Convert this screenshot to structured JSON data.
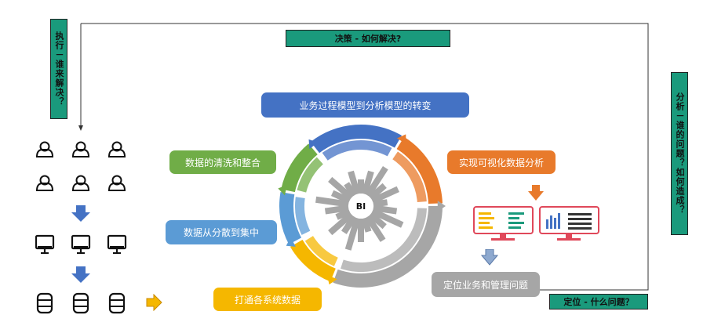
{
  "labels": {
    "exec": "执行－谁来解决？",
    "decide": "决策 - 如何解决?",
    "analyze": "分析－谁的问题？如何造成？",
    "locate": "定位 - 什么问题？",
    "business_to_analysis": "业务过程模型到分析模型的转变",
    "visualization": "实现可视化数据分析",
    "cleaning": "数据的清洗和整合",
    "scatter_to_central": "数据从分散到集中",
    "connect": "打通各系统数据",
    "position_problems": "定位业务和管理问题",
    "center": "BI"
  },
  "colors": {
    "teal": "#1a9a7c",
    "blue": "#4472c4",
    "orange": "#e87a2b",
    "green": "#70ad47",
    "lightblue": "#5b9bd5",
    "yellow": "#f5b700",
    "gray": "#a6a6a6",
    "red": "#e0485a"
  },
  "icons": {
    "people": [
      "user-icon",
      "user-icon",
      "user-icon",
      "user-icon",
      "user-icon",
      "user-icon"
    ],
    "monitors": [
      "monitor-icon",
      "monitor-icon",
      "monitor-icon"
    ],
    "databases": [
      "database-icon",
      "database-icon",
      "database-icon"
    ]
  }
}
